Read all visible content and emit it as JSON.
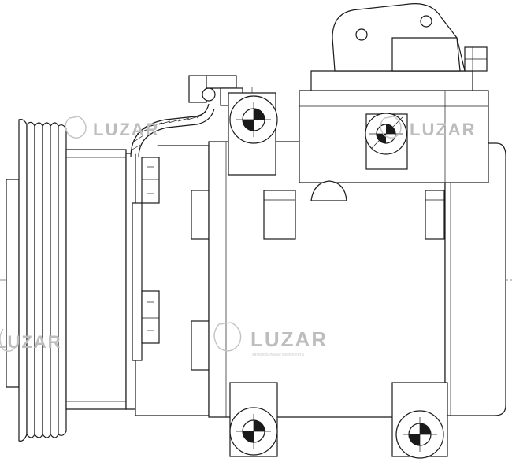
{
  "drawing": {
    "subject": "ac-compressor-line-drawing",
    "watermark": {
      "brand": "LUZAR",
      "tagline": "автомобильные компоненты"
    }
  }
}
